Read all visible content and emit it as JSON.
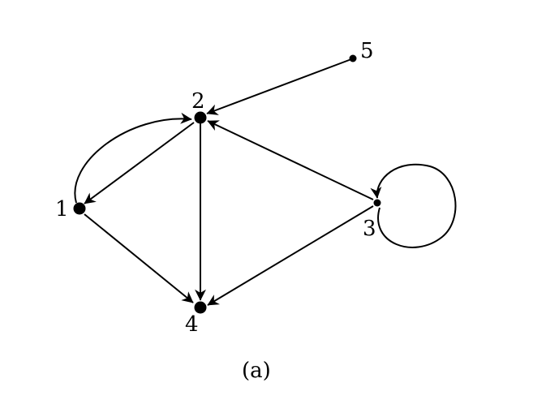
{
  "figure": {
    "caption": "(a)"
  },
  "graph": {
    "nodes": [
      {
        "id": "1",
        "label": "1"
      },
      {
        "id": "2",
        "label": "2"
      },
      {
        "id": "3",
        "label": "3"
      },
      {
        "id": "4",
        "label": "4"
      },
      {
        "id": "5",
        "label": "5"
      }
    ],
    "edges": [
      {
        "from": "1",
        "to": "2",
        "directed": true
      },
      {
        "from": "2",
        "to": "1",
        "directed": true
      },
      {
        "from": "1",
        "to": "4",
        "directed": true
      },
      {
        "from": "2",
        "to": "4",
        "directed": true
      },
      {
        "from": "5",
        "to": "2",
        "directed": true
      },
      {
        "from": "3",
        "to": "2",
        "directed": true
      },
      {
        "from": "3",
        "to": "4",
        "directed": true
      },
      {
        "from": "3",
        "to": "3",
        "directed": true
      }
    ]
  },
  "colors": {
    "ink": "#000000",
    "background": "#ffffff"
  }
}
